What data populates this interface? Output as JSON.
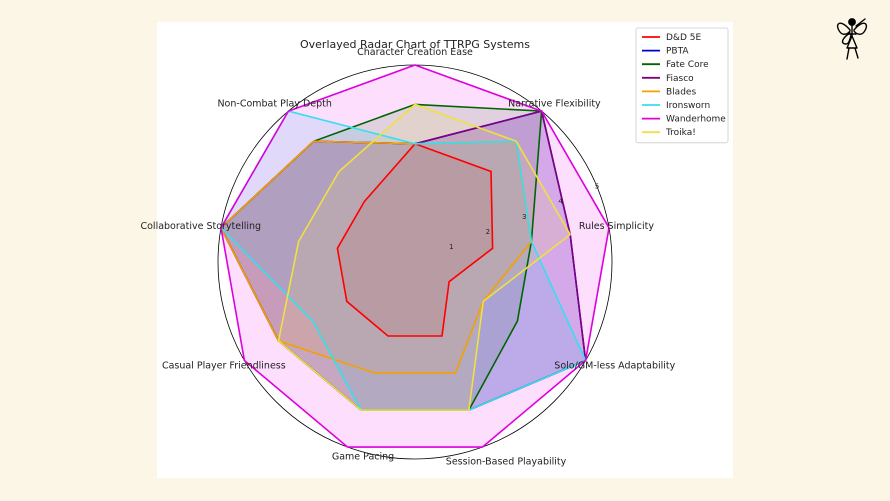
{
  "chart_data": {
    "type": "radar",
    "title": "Overlayed Radar Chart of TTRPG Systems",
    "axes": [
      "Character Creation Ease",
      "Narrative Flexibility",
      "Rules Simplicity",
      "Solo/GM-less Adaptability",
      "Session-Based Playability",
      "Game Pacing",
      "Casual Player Friendliness",
      "Collaborative Storytelling",
      "Non-Combat Play Depth"
    ],
    "rlim": [
      0,
      5
    ],
    "rticks": [
      "1",
      "2",
      "3",
      "4",
      "5"
    ],
    "grid": false,
    "legend_position": "top-right",
    "series": [
      {
        "name": "D&D 5E",
        "color": "#ff0000",
        "fill": "#ff0000",
        "values": [
          3,
          3,
          2,
          1,
          2,
          2,
          2,
          2,
          2
        ]
      },
      {
        "name": "PBTA",
        "color": "#0000cc",
        "fill": "#0000cc",
        "values": [
          3,
          5,
          4,
          5,
          4,
          4,
          4,
          5,
          4
        ]
      },
      {
        "name": "Fate Core",
        "color": "#006400",
        "fill": "#008000",
        "values": [
          4,
          5,
          3,
          3,
          4,
          4,
          4,
          5,
          4
        ]
      },
      {
        "name": "Fiasco",
        "color": "#800080",
        "fill": "#800080",
        "values": [
          3,
          5,
          4,
          5,
          4,
          4,
          4,
          5,
          4
        ]
      },
      {
        "name": "Blades",
        "color": "#f5a000",
        "fill": "#ffa500",
        "values": [
          3,
          4,
          3,
          2,
          3,
          3,
          4,
          5,
          4
        ]
      },
      {
        "name": "Ironsworn",
        "color": "#33e0ee",
        "fill": "#00d8e8",
        "values": [
          3,
          4,
          3,
          5,
          4,
          4,
          3,
          5,
          5
        ]
      },
      {
        "name": "Wanderhome",
        "color": "#dd00dd",
        "fill": "#ee00ee",
        "values": [
          5,
          5,
          5,
          5,
          5,
          5,
          5,
          5,
          5
        ]
      },
      {
        "name": "Troika!",
        "color": "#f0e040",
        "fill": "#f2e34a",
        "values": [
          4,
          4,
          4,
          2,
          4,
          4,
          4,
          3,
          3
        ]
      }
    ]
  }
}
